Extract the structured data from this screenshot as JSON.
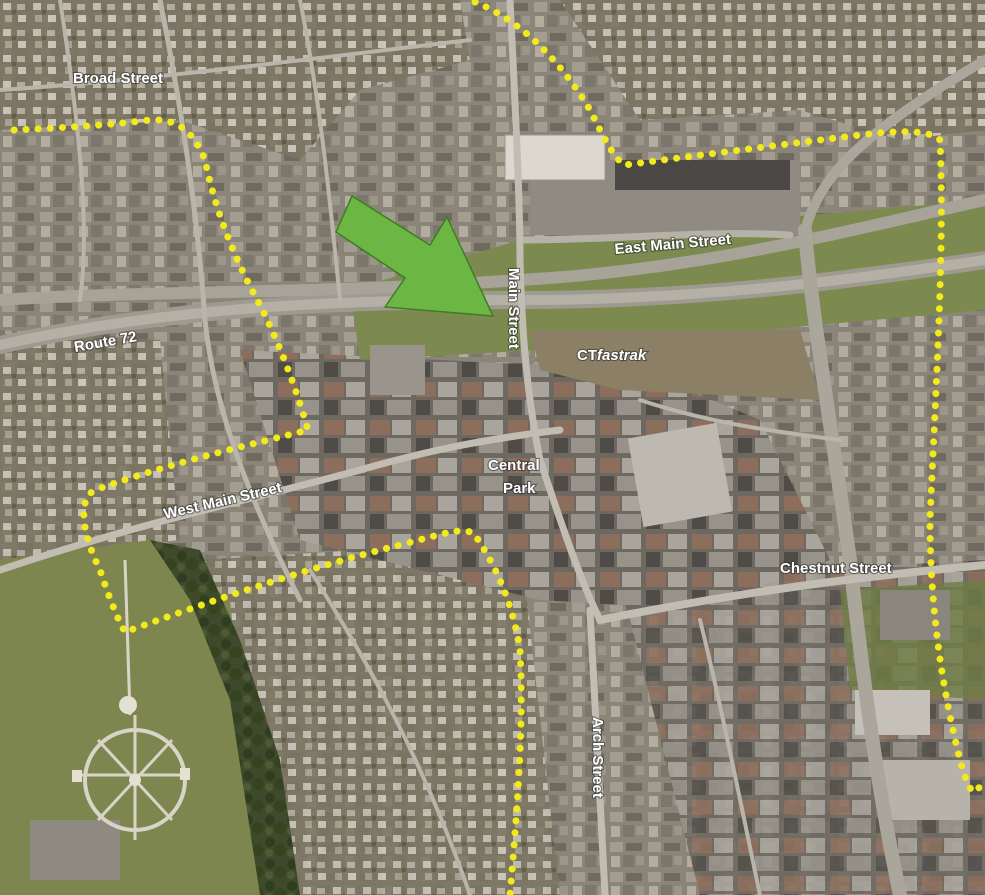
{
  "map": {
    "labels": {
      "broad_street": "Broad Street",
      "east_main_street": "East Main Street",
      "main_street": "Main Street",
      "route_72": "Route 72",
      "ctfastrak_prefix": "CT",
      "ctfastrak_italic": "fastrak",
      "central": "Central",
      "park": "Park",
      "west_main_street": "West Main Street",
      "chestnut_street": "Chestnut Street",
      "arch_street": "Arch Street"
    },
    "colors": {
      "boundary": "#f2ea1a",
      "arrow": "#6cb743",
      "arrow_outline": "#3e7d24",
      "label_text": "#ffffff"
    },
    "icons": {
      "arrow": "pointer-arrow-icon",
      "boundary": "dotted-boundary"
    }
  }
}
